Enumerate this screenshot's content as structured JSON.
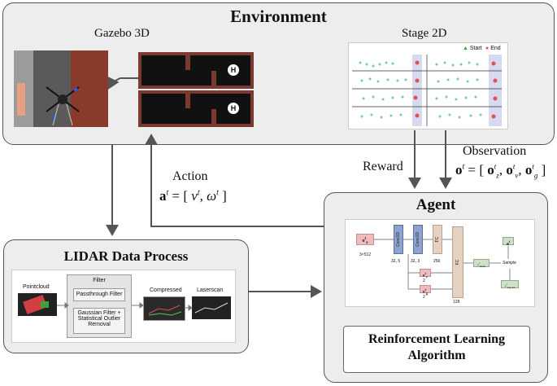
{
  "environment": {
    "title": "Environment",
    "gazebo_label": "Gazebo 3D",
    "stage_label": "Stage 2D",
    "legend_start": "Start",
    "legend_end": "End"
  },
  "links": {
    "action_label": "Action",
    "reward_label": "Reward",
    "observation_label": "Observation"
  },
  "lidar": {
    "title": "LIDAR Data Process",
    "pointcloud": "Pointcloud",
    "filter": "Filter",
    "passthrough": "Passthrough Filter",
    "gaussian": "Gaussian Filter + Statistical Outlier Removal",
    "compressed": "Compressed",
    "laserscan": "Laserscan"
  },
  "agent": {
    "title": "Agent",
    "rl_box": "Reinforcement Learning Algorithm",
    "net": {
      "input_dim": "3×512",
      "conv1": "Conv1D",
      "conv1_dim": "32, 5",
      "conv2": "Conv1D",
      "conv2_dim": "32, 3",
      "fc1": "FC",
      "fc1_dim": "256",
      "fc2": "FC",
      "fc2_dim": "128",
      "v_dim": "2",
      "g_dim": "2",
      "sample": "Sample"
    }
  },
  "colors": {
    "panel_bg": "#ededed",
    "net_blue": "#8da2cf",
    "pink": "#eebcbc",
    "tan": "#e3d2c2",
    "green": "#cfe0c8"
  }
}
